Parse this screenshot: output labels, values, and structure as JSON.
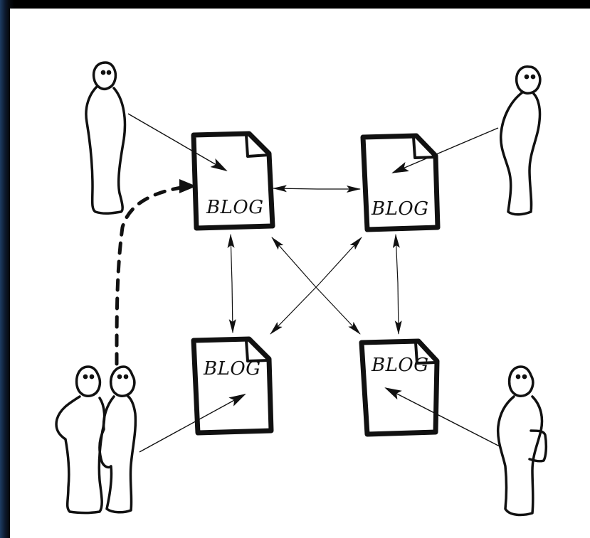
{
  "diagram": {
    "blogs": [
      {
        "label": "BLOG"
      },
      {
        "label": "BLOG"
      },
      {
        "label": "BLOG"
      },
      {
        "label": "BLOG"
      }
    ]
  },
  "colors": {
    "ink": "#111111",
    "paper": "#ffffff",
    "background": "#000000",
    "edge_blue": "#1d3c63"
  }
}
